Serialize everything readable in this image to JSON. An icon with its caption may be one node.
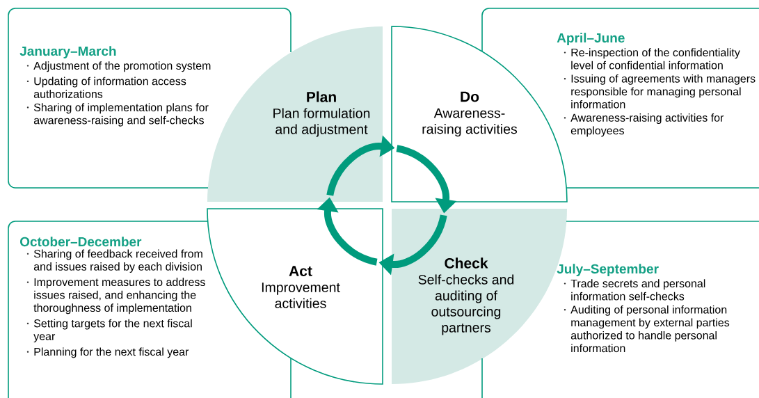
{
  "diagram": {
    "nodes": [
      {
        "text": [
          "January–March",
          "Adjustment of the promotion system",
          "Updating of information access authorizations",
          "Sharing of implementation plans for awareness-raising and self-checks"
        ]
      },
      {
        "text": [
          "Plan",
          "Plan formulation and adjustment"
        ]
      },
      {
        "text": [
          "Do",
          "Awareness-raising activities"
        ]
      },
      {
        "text": [
          "April–June",
          "Re-inspection of the confidentiality level of confidential information",
          "Issuing of agreements with managers responsible for managing personal information",
          "Awareness-raising activities for employees"
        ]
      },
      {
        "text": [
          "October–December",
          "Sharing of feedback received from and issues raised by each division",
          "Improvement measures to address issues raised, and enhancing the thoroughness of implementation",
          "Setting targets for the next fiscal year",
          "Planning for the next fiscal year"
        ]
      },
      {
        "text": [
          "Act",
          "Improvement activities"
        ]
      },
      {
        "text": [
          "Check",
          "Self-checks and auditing of outsourcing partners"
        ]
      },
      {
        "text": [
          "July–September",
          "Trade secrets and personal information self-checks",
          "Auditing of personal information management by external parties authorized to handle personal information"
        ]
      }
    ],
    "edges": [
      {
        "from": 1,
        "to": 2,
        "arrow": "to"
      },
      {
        "from": 2,
        "to": 6,
        "arrow": "to"
      },
      {
        "from": 6,
        "to": 5,
        "arrow": "to"
      },
      {
        "from": 5,
        "to": 1,
        "arrow": "to"
      }
    ]
  }
}
